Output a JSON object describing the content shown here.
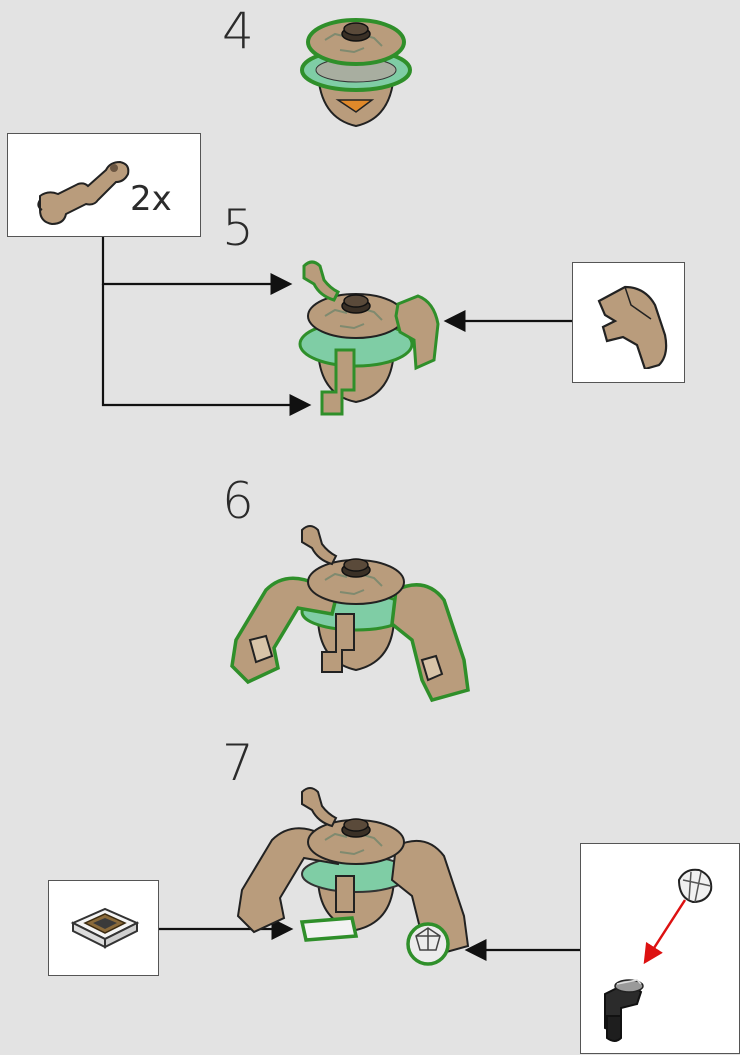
{
  "steps": [
    {
      "number": "4"
    },
    {
      "number": "5",
      "callout_quantity": "2x"
    },
    {
      "number": "6"
    },
    {
      "number": "7"
    }
  ],
  "colors": {
    "background": "#e3e3e3",
    "tan": "#b99c7c",
    "tan_dark": "#8a6f52",
    "highlight": "#2f8f2a",
    "ring": "#7fcda5",
    "arrow": "#111111",
    "red_arrow": "#dd1111"
  },
  "icons": [
    "robot-arm-piece",
    "clip-piece",
    "printed-tile",
    "crystal-gem",
    "dark-handle"
  ]
}
